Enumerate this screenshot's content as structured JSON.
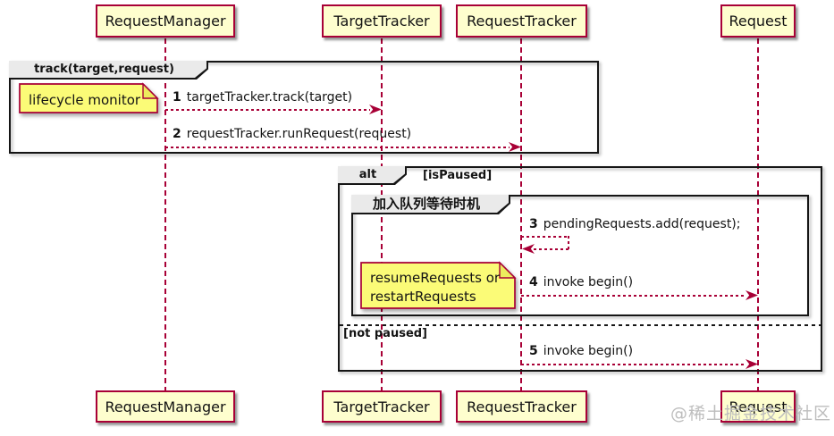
{
  "colors": {
    "participant_fill": "#FEFECE",
    "border_red": "#A80036",
    "note_fill": "#FBFB77",
    "note_fold": "#ECEC5D",
    "frame_border": "#151515",
    "tab_fill": "#EAEAEA",
    "watermark_gray": "#BDBDBD"
  },
  "participants": [
    {
      "name": "RequestManager"
    },
    {
      "name": "TargetTracker"
    },
    {
      "name": "RequestTracker"
    },
    {
      "name": "Request"
    }
  ],
  "frames": {
    "track": {
      "title": "track(target,request)"
    },
    "alt": {
      "title": "alt",
      "condition": "[isPaused]",
      "else_condition": "[not paused]"
    },
    "group": {
      "title": "加入队列等待时机"
    }
  },
  "notes": {
    "lifecycle": {
      "text": "lifecycle monitor"
    },
    "resume": {
      "line1": "resumeRequests or",
      "line2": "restartRequests"
    }
  },
  "messages": [
    {
      "num": "1",
      "text": "targetTracker.track(target)"
    },
    {
      "num": "2",
      "text": "requestTracker.runRequest(request)"
    },
    {
      "num": "3",
      "text": "pendingRequests.add(request);"
    },
    {
      "num": "4",
      "text": "invoke begin()"
    },
    {
      "num": "5",
      "text": "invoke begin()"
    }
  ],
  "watermark": "@稀土掘金技术社区"
}
